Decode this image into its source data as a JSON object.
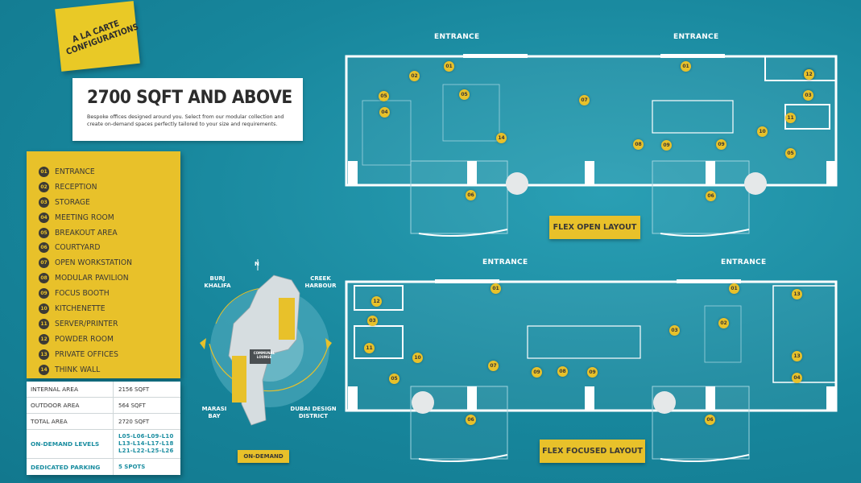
{
  "sticky_note": "A LA CARTE CONFIGURATIONS",
  "title": "2700 SQFT AND ABOVE",
  "description": "Bespoke offices designed around you. Select from our modular collection and create on-demand spaces perfectly tailored to your size and requirements.",
  "legend": [
    {
      "num": "01",
      "label": "ENTRANCE"
    },
    {
      "num": "02",
      "label": "RECEPTION"
    },
    {
      "num": "03",
      "label": "STORAGE"
    },
    {
      "num": "04",
      "label": "MEETING ROOM"
    },
    {
      "num": "05",
      "label": "BREAKOUT AREA"
    },
    {
      "num": "06",
      "label": "COURTYARD"
    },
    {
      "num": "07",
      "label": "OPEN WORKSTATION"
    },
    {
      "num": "08",
      "label": "MODULAR PAVILION"
    },
    {
      "num": "09",
      "label": "FOCUS BOOTH"
    },
    {
      "num": "10",
      "label": "KITCHENETTE"
    },
    {
      "num": "11",
      "label": "SERVER/PRINTER"
    },
    {
      "num": "12",
      "label": "POWDER ROOM"
    },
    {
      "num": "13",
      "label": "PRIVATE OFFICES"
    },
    {
      "num": "14",
      "label": "THINK WALL"
    }
  ],
  "stats": {
    "internal_area": {
      "label": "INTERNAL AREA",
      "value": "2156 SQFT"
    },
    "outdoor_area": {
      "label": "OUTDOOR AREA",
      "value": "564 SQFT"
    },
    "total_area": {
      "label": "TOTAL AREA",
      "value": "2720 SQFT"
    },
    "on_demand_levels": {
      "label": "ON-DEMAND LEVELS",
      "value_line1": "L05-L06-L09-L10",
      "value_line2": "L13-L14-L17-L18",
      "value_line3": "L21-L22-L25-L26"
    },
    "dedicated_parking": {
      "label": "DEDICATED PARKING",
      "value": "5 SPOTS"
    }
  },
  "map": {
    "north": "N",
    "burj_khalifa": "BURJ KHALIFA",
    "creek_harbour": "CREEK HARBOUR",
    "marasi_bay": "MARASI BAY",
    "dubai_design_district": "DUBAI DESIGN DISTRICT",
    "communal_lounge": "COMMUNAL LOUNGE",
    "on_demand": "ON-DEMAND"
  },
  "plans": {
    "entrance": "ENTRANCE",
    "open_layout": "FLEX OPEN LAYOUT",
    "focused_layout": "FLEX FOCUSED LAYOUT"
  },
  "colors": {
    "accent": "#e8c12a",
    "background": "#1b8aa0",
    "dark": "#3a3835",
    "highlight": "#1a8da0"
  }
}
